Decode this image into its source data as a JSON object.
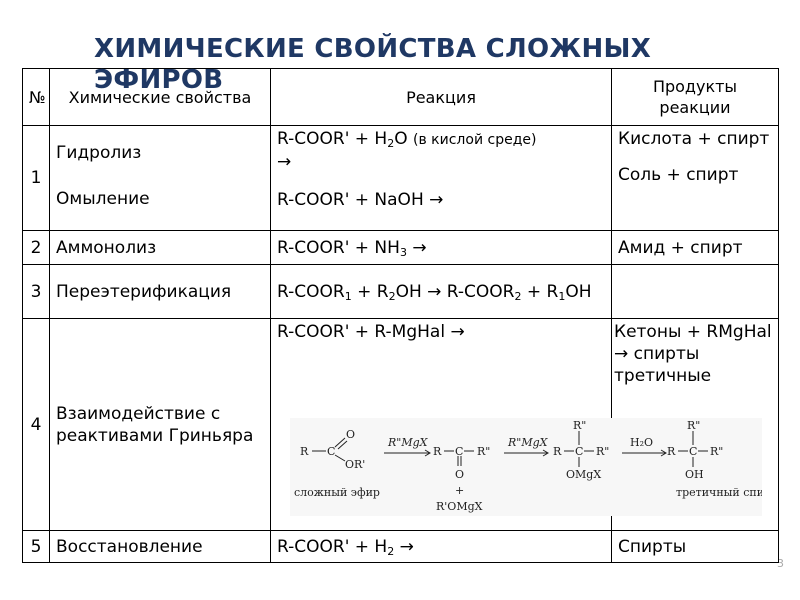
{
  "title": "ХИМИЧЕСКИЕ СВОЙСТВА СЛОЖНЫХ ЭФИРОВ",
  "header": {
    "num": "№",
    "property": "Химические свойства",
    "reaction": "Реакция",
    "products": "Продукты реакции"
  },
  "rows": [
    {
      "num": "1",
      "property_a": "Гидролиз",
      "property_b": "Омыление",
      "reaction_a": "R-COOR'  + H",
      "reaction_a_sub": "2",
      "reaction_a_rest": "O",
      "reaction_a_note": "(в кислой среде)",
      "reaction_a_arrow": "→",
      "reaction_b": "R-COOR' + NaOH →",
      "product_a": "Кислота  + спирт",
      "product_b": "Соль + спирт"
    },
    {
      "num": "2",
      "property": "Аммонолиз",
      "reaction": "R-COOR' + NH",
      "reaction_sub": "3",
      "reaction_rest": " →",
      "product": "Амид + спирт"
    },
    {
      "num": "3",
      "property": "Переэтерификация",
      "r1": "R-COOR",
      "s1": "1",
      "r2": " + R",
      "s2": "2",
      "r3": "OH → R-COOR",
      "s3": "2",
      "r4": " +  R",
      "s4": "1",
      "r5": "OH"
    },
    {
      "num": "4",
      "property": "Взаимодействие с реактивами Гриньяра",
      "reaction": "R-COOR' + R-MgHal →",
      "product": "Кетоны + RMgHal → спирты третичные"
    },
    {
      "num": "5",
      "property": "Восстановление",
      "reaction": "R-COOR' + H",
      "reaction_sub": "2",
      "reaction_rest": "  →",
      "product": "Спирты"
    }
  ],
  "scheme": {
    "reagent1": "R\"MgX",
    "reagent2": "R\"MgX",
    "reagent3": "H₂O",
    "r": "R",
    "c": "C",
    "o": "O",
    "or_prime": "OR'",
    "r_dd": "R\"",
    "omgx": "OMgX",
    "oh": "OH",
    "plus": "+",
    "romgx": "R'OMgX",
    "label_ester": "сложный эфир",
    "label_alcohol": "третичный спирт"
  },
  "page_number": "3"
}
